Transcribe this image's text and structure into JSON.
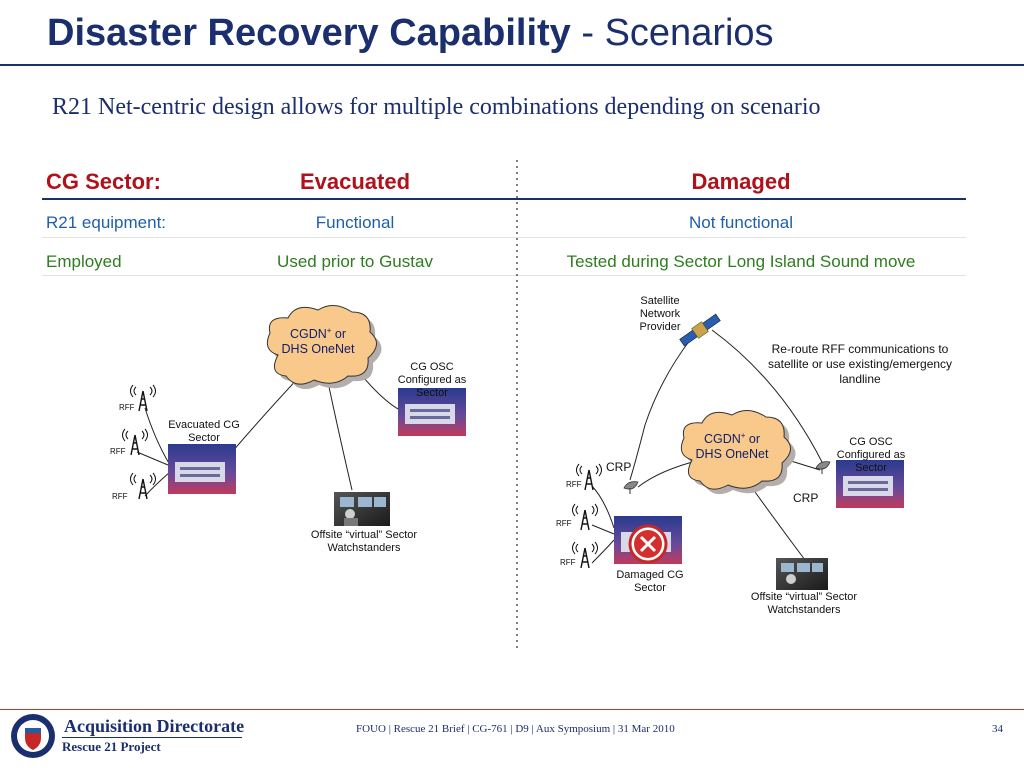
{
  "title": {
    "bold": "Disaster Recovery Capability",
    "rest": " - Scenarios"
  },
  "subtitle": "R21 Net-centric design allows for multiple combinations depending on scenario",
  "table": {
    "header": {
      "label": "CG Sector:",
      "col1": "Evacuated",
      "col2": "Damaged"
    },
    "row1": {
      "label": "R21 equipment:",
      "col1": "Functional",
      "col2": "Not functional"
    },
    "row2": {
      "label": "Employed",
      "col1": "Used prior to Gustav",
      "col2": "Tested during Sector Long Island Sound move"
    }
  },
  "left_diagram": {
    "cloud_line1": "CGDN",
    "cloud_sup": "+",
    "cloud_line1_tail": " or",
    "cloud_line2": "DHS OneNet",
    "osc_line1": "CG OSC",
    "osc_line2": "Configured as",
    "osc_line3": "Sector",
    "evac_line1": "Evacuated CG",
    "evac_line2": "Sector",
    "rff": "RFF",
    "offsite_line1": "Offsite “virtual” Sector",
    "offsite_line2": "Watchstanders"
  },
  "right_diagram": {
    "sat_line1": "Satellite",
    "sat_line2": "Network",
    "sat_line3": "Provider",
    "reroute_line1": "Re-route RFF communications to",
    "reroute_line2": "satellite or use existing/emergency",
    "reroute_line3": "landline",
    "cloud_line1": "CGDN",
    "cloud_sup": "+",
    "cloud_line1_tail": " or",
    "cloud_line2": "DHS OneNet",
    "osc_line1": "CG OSC",
    "osc_line2": "Configured as",
    "osc_line3": "Sector",
    "crp": "CRP",
    "rff": "RFF",
    "damaged_line1": "Damaged CG",
    "damaged_line2": "Sector",
    "offsite_line1": "Offsite “virtual” Sector",
    "offsite_line2": "Watchstanders"
  },
  "footer": {
    "org_name": "Acquisition Directorate",
    "org_sub": "Rescue 21 Project",
    "text": "FOUO | Rescue 21 Brief | CG-761 | D9 | Aux Symposium | 31 Mar 2010",
    "page": "34"
  },
  "colors": {
    "navy": "#1b2f6e",
    "red": "#b0121b",
    "blue": "#1f5fa8",
    "green": "#2e7d1e"
  },
  "icons": [
    "cloud-icon",
    "radio-tower-icon",
    "building-icon",
    "satellite-icon",
    "satellite-dish-icon",
    "workstation-icon",
    "no-symbol-icon",
    "seal-icon"
  ]
}
